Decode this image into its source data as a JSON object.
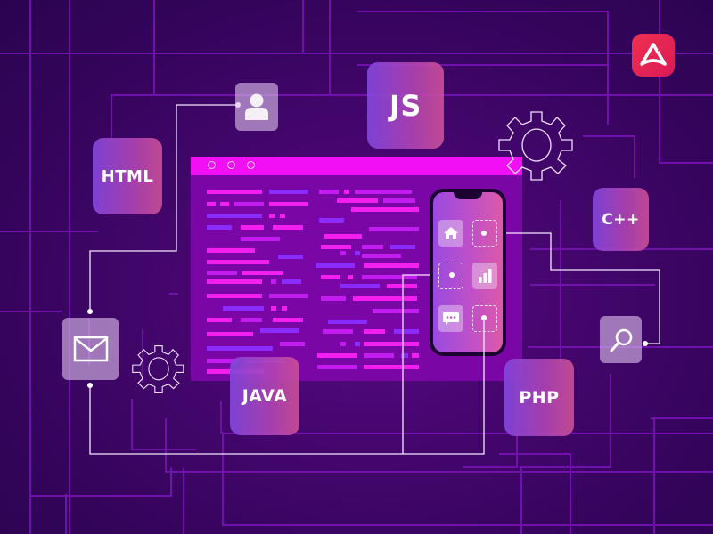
{
  "scene": {
    "title": "Programming languages and app development illustration",
    "background_color": "#3a0562",
    "accent_color": "#f10ff5"
  },
  "brand": {
    "logo_icon": "triangle-a-logo",
    "color": "#e8264f"
  },
  "language_tiles": [
    {
      "label": "HTML"
    },
    {
      "label": "JS"
    },
    {
      "label": "C++"
    },
    {
      "label": "JAVA"
    },
    {
      "label": "PHP"
    }
  ],
  "icon_tiles": [
    {
      "icon": "user-icon"
    },
    {
      "icon": "mail-icon"
    },
    {
      "icon": "search-icon"
    }
  ],
  "gears": [
    {
      "icon": "gear-icon",
      "position": "top-right"
    },
    {
      "icon": "gear-icon",
      "position": "bottom-left"
    }
  ],
  "code_window": {
    "titlebar_dots": 3,
    "bar_colors": [
      "#f21ff0",
      "#8a2bff",
      "#c21cf0"
    ]
  },
  "phone": {
    "apps": [
      {
        "icon": "home-icon",
        "style": "solid"
      },
      {
        "icon": "placeholder",
        "style": "dashed"
      },
      {
        "icon": "placeholder",
        "style": "dashed"
      },
      {
        "icon": "bar-chart-icon",
        "style": "solid"
      },
      {
        "icon": "chat-icon",
        "style": "solid"
      },
      {
        "icon": "placeholder",
        "style": "dashed"
      }
    ]
  }
}
